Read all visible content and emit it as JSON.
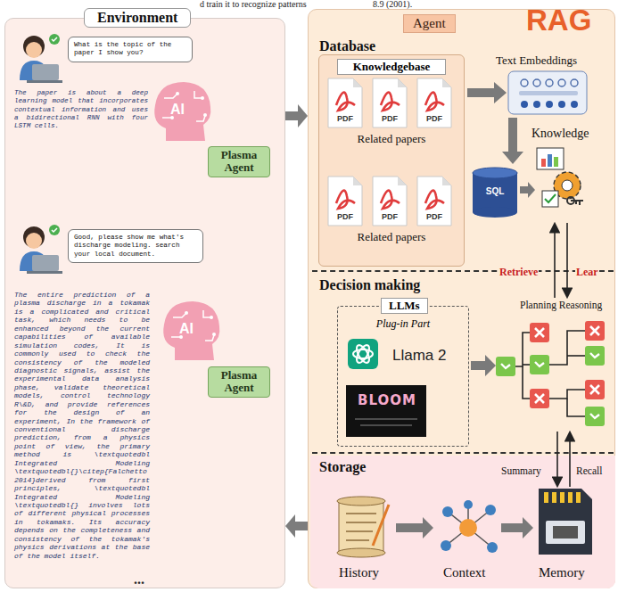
{
  "diagram": {
    "nodes": [
      {
        "text": [
          "Environment"
        ]
      },
      {
        "text": [
          "What is the topic of the paper I show you?"
        ],
        "in": 0
      },
      {
        "text": [
          "Plasma Agent"
        ],
        "in": 0
      },
      {
        "text": [
          "Good, please show me what's discharge modeling. search your local document."
        ],
        "in": 0
      },
      {
        "text": [
          "Plasma Agent"
        ],
        "in": 0
      },
      {
        "text": [
          "Agent"
        ]
      },
      {
        "text": [
          "Database"
        ],
        "in": 5
      },
      {
        "text": [
          "Knowledgebase",
          "Related papers",
          "Related papers"
        ],
        "in": 6
      },
      {
        "text": [
          "Decision making"
        ],
        "in": 5
      },
      {
        "text": [
          "LLMs",
          "Plug-in Part",
          "Llama 2",
          "BLOOM"
        ],
        "in": 8
      },
      {
        "text": [
          "Storage"
        ],
        "in": 5
      }
    ],
    "edges": [
      {
        "from": 0,
        "to": 5,
        "arrow": "to"
      },
      {
        "from": 5,
        "to": 0,
        "arrow": "to"
      }
    ],
    "labels": [
      "d train it to recognize patterns",
      "8.9 (2001).",
      "AI",
      "The paper is about a deep learning model that incorporates contextual information and uses a bidirectional RNN with four LSTM cells.",
      "AI",
      "The entire prediction of a plasma discharge in a tokamak is a complicated and critical task, which needs to be enhanced beyond the current capabilities of available simulation codes, It is commonly used to check the consistency of the modeled diagnostic signals, assist the experimental data analysis phase, validate theoretical models, control technology R\\&D, and provide references for the design of an experiment, In the framework of conventional discharge prediction, from a physics point of view, the primary method is \\textquotedbl Integrated Modeling \\textquotedbl{}\\citep{Falchetto2014}derived from first principles, \\textquotedbl Integrated Modeling \\textquotedbl{} involves lots of different physical processes in tokamaks. Its accuracy depends on the completeness and consistency of the tokamak's physics derivations at the base of the model itself.",
      "...",
      "RAG",
      "PDF",
      "PDF",
      "PDF",
      "PDF",
      "PDF",
      "PDF",
      "Text Embeddings",
      "SQL",
      "Knowledge",
      "Retrieve",
      "Lear",
      "Planning Reasoning",
      "Summary",
      "Recall",
      "History",
      "Context",
      "Memory"
    ]
  }
}
